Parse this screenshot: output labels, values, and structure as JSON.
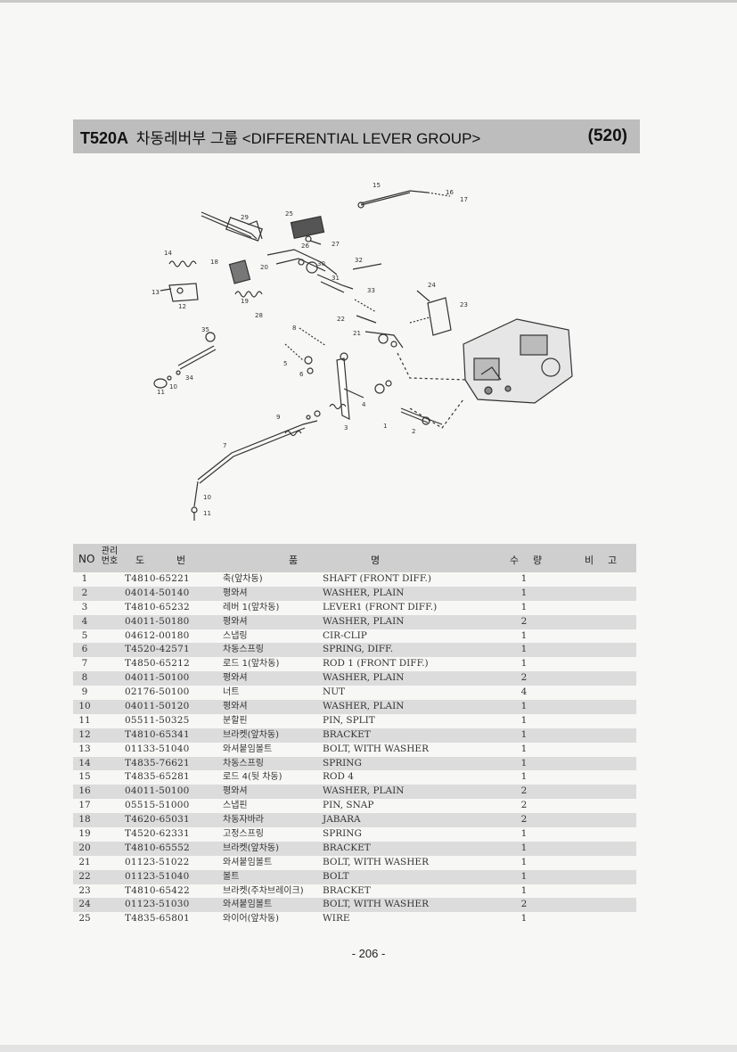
{
  "header": {
    "code": "T520A",
    "title": "차동레버부 그룹 <DIFFERENTIAL LEVER GROUP>",
    "group_number": "(520)"
  },
  "table": {
    "columns": {
      "no": "NO",
      "mgmt": "관리 번호",
      "do": "도",
      "beon": "번",
      "pum": "품",
      "myeong": "명",
      "su": "수",
      "ryang": "량",
      "bi": "비",
      "go": "고"
    },
    "rows": [
      {
        "no": "1",
        "part": "T4810-65221",
        "kr": "축(앞차동)",
        "en": "SHAFT (FRONT DIFF.)",
        "qty": "1"
      },
      {
        "no": "2",
        "part": "04014-50140",
        "kr": "평와셔",
        "en": "WASHER, PLAIN",
        "qty": "1"
      },
      {
        "no": "3",
        "part": "T4810-65232",
        "kr": "레버 1(앞차동)",
        "en": "LEVER1 (FRONT DIFF.)",
        "qty": "1"
      },
      {
        "no": "4",
        "part": "04011-50180",
        "kr": "평와셔",
        "en": "WASHER, PLAIN",
        "qty": "2"
      },
      {
        "no": "5",
        "part": "04612-00180",
        "kr": "스냅링",
        "en": "CIR-CLIP",
        "qty": "1"
      },
      {
        "no": "6",
        "part": "T4520-42571",
        "kr": "차동스프링",
        "en": "SPRING, DIFF.",
        "qty": "1"
      },
      {
        "no": "7",
        "part": "T4850-65212",
        "kr": "로드 1(앞차동)",
        "en": "ROD 1 (FRONT DIFF.)",
        "qty": "1"
      },
      {
        "no": "8",
        "part": "04011-50100",
        "kr": "평와셔",
        "en": "WASHER, PLAIN",
        "qty": "2"
      },
      {
        "no": "9",
        "part": "02176-50100",
        "kr": "너트",
        "en": "NUT",
        "qty": "4"
      },
      {
        "no": "10",
        "part": "04011-50120",
        "kr": "평와셔",
        "en": "WASHER, PLAIN",
        "qty": "1"
      },
      {
        "no": "11",
        "part": "05511-50325",
        "kr": "분할핀",
        "en": "PIN, SPLIT",
        "qty": "1"
      },
      {
        "no": "12",
        "part": "T4810-65341",
        "kr": "브라켓(앞차동)",
        "en": "BRACKET",
        "qty": "1"
      },
      {
        "no": "13",
        "part": "01133-51040",
        "kr": "와셔붙임볼트",
        "en": "BOLT, WITH WASHER",
        "qty": "1"
      },
      {
        "no": "14",
        "part": "T4835-76621",
        "kr": "차동스프링",
        "en": "SPRING",
        "qty": "1"
      },
      {
        "no": "15",
        "part": "T4835-65281",
        "kr": "로드 4(뒷 차동)",
        "en": "ROD 4",
        "qty": "1"
      },
      {
        "no": "16",
        "part": "04011-50100",
        "kr": "평와셔",
        "en": "WASHER, PLAIN",
        "qty": "2"
      },
      {
        "no": "17",
        "part": "05515-51000",
        "kr": "스냅핀",
        "en": "PIN, SNAP",
        "qty": "2"
      },
      {
        "no": "18",
        "part": "T4620-65031",
        "kr": "차동자바라",
        "en": "JABARA",
        "qty": "2"
      },
      {
        "no": "19",
        "part": "T4520-62331",
        "kr": "고정스프링",
        "en": "SPRING",
        "qty": "1"
      },
      {
        "no": "20",
        "part": "T4810-65552",
        "kr": "브라켓(앞차동)",
        "en": "BRACKET",
        "qty": "1"
      },
      {
        "no": "21",
        "part": "01123-51022",
        "kr": "와셔붙임볼트",
        "en": "BOLT, WITH WASHER",
        "qty": "1"
      },
      {
        "no": "22",
        "part": "01123-51040",
        "kr": "볼트",
        "en": "BOLT",
        "qty": "1"
      },
      {
        "no": "23",
        "part": "T4810-65422",
        "kr": "브라켓(주차브레이크)",
        "en": "BRACKET",
        "qty": "1"
      },
      {
        "no": "24",
        "part": "01123-51030",
        "kr": "와셔붙임볼트",
        "en": "BOLT, WITH WASHER",
        "qty": "2"
      },
      {
        "no": "25",
        "part": "T4835-65801",
        "kr": "와이어(앞차동)",
        "en": "WIRE",
        "qty": "1"
      }
    ]
  },
  "diagram": {
    "callouts": [
      "15",
      "16",
      "17",
      "29",
      "25",
      "26",
      "27",
      "14",
      "18",
      "20",
      "30",
      "32",
      "31",
      "33",
      "13",
      "12",
      "19",
      "28",
      "24",
      "23",
      "22",
      "21",
      "35",
      "34",
      "8",
      "9",
      "5",
      "6",
      "4",
      "3",
      "1",
      "2",
      "11",
      "10",
      "7"
    ]
  },
  "footer": {
    "page": "- 206 -"
  }
}
